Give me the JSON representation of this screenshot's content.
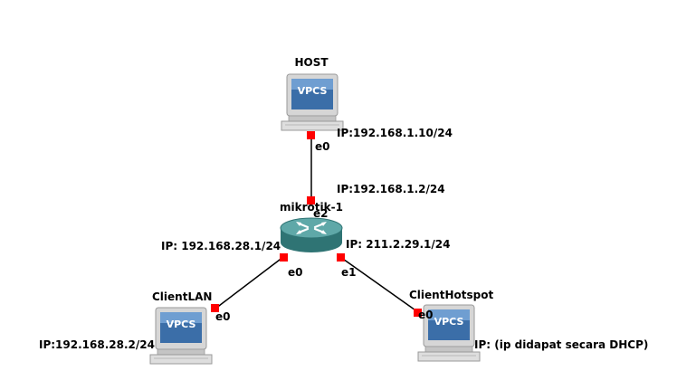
{
  "colors": {
    "link": "#000000",
    "port": "#ff0000",
    "router_top": "#5fa8a8",
    "router_side": "#2f7474",
    "screen": "#3b6ea8"
  },
  "nodes": {
    "host": {
      "name": "HOST",
      "badge": "VPCS",
      "icon": "vpcs-computer-icon"
    },
    "router": {
      "name": "mikrotik-1",
      "icon": "router-icon"
    },
    "client_lan": {
      "name": "ClientLAN",
      "badge": "VPCS",
      "icon": "vpcs-computer-icon"
    },
    "client_hotspot": {
      "name": "ClientHotspot",
      "badge": "VPCS",
      "icon": "vpcs-computer-icon"
    }
  },
  "links": {
    "host_router": {
      "port_a": "e0",
      "port_b": "e2",
      "ip_a": "IP:192.168.1.10/24",
      "ip_b": "IP:192.168.1.2/24"
    },
    "router_lan": {
      "port_router": "e0",
      "port_client": "e0",
      "ip_router": "IP: 192.168.28.1/24",
      "ip_client": "IP:192.168.28.2/24"
    },
    "router_hotspot": {
      "port_router": "e1",
      "port_client": "e0",
      "ip_router": "IP: 211.2.29.1/24",
      "ip_client": "IP: (ip didapat secara DHCP)"
    }
  }
}
